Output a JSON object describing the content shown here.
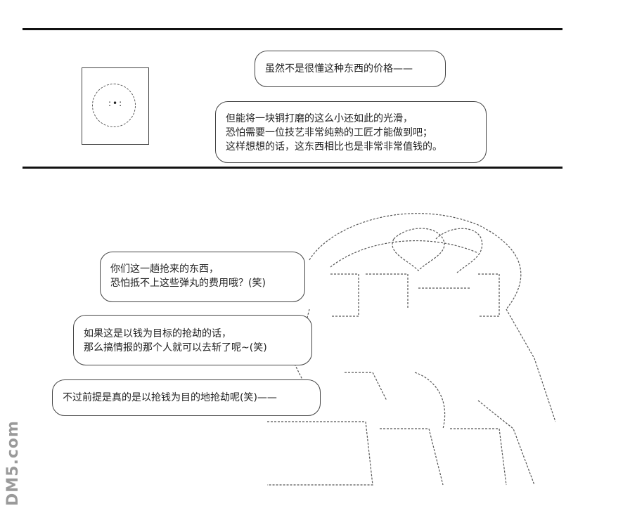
{
  "panel_top": {
    "thought_bubble": "虽然不是很懂这种东西的价格——",
    "speech_lines": [
      "但能将一块铜打磨的这么小还如此的光滑，",
      "恐怕需要一位技艺非常纯熟的工匠才能做到吧；",
      "这样想想的话，这东西相比也是非常非常值钱的。"
    ]
  },
  "panel_bottom": {
    "bubble_1": [
      "你们这一趟抢来的东西，",
      "恐怕抵不上这些弹丸的费用哦？(笑)"
    ],
    "bubble_2": [
      "如果这是以钱为目标的抢劫的话，",
      "那么搞情报的那个人就可以去斩了呢~(笑)"
    ],
    "bubble_3": "不过前提是真的是以抢钱为目的地抢劫呢(笑)——"
  },
  "watermark": "DM5.com"
}
